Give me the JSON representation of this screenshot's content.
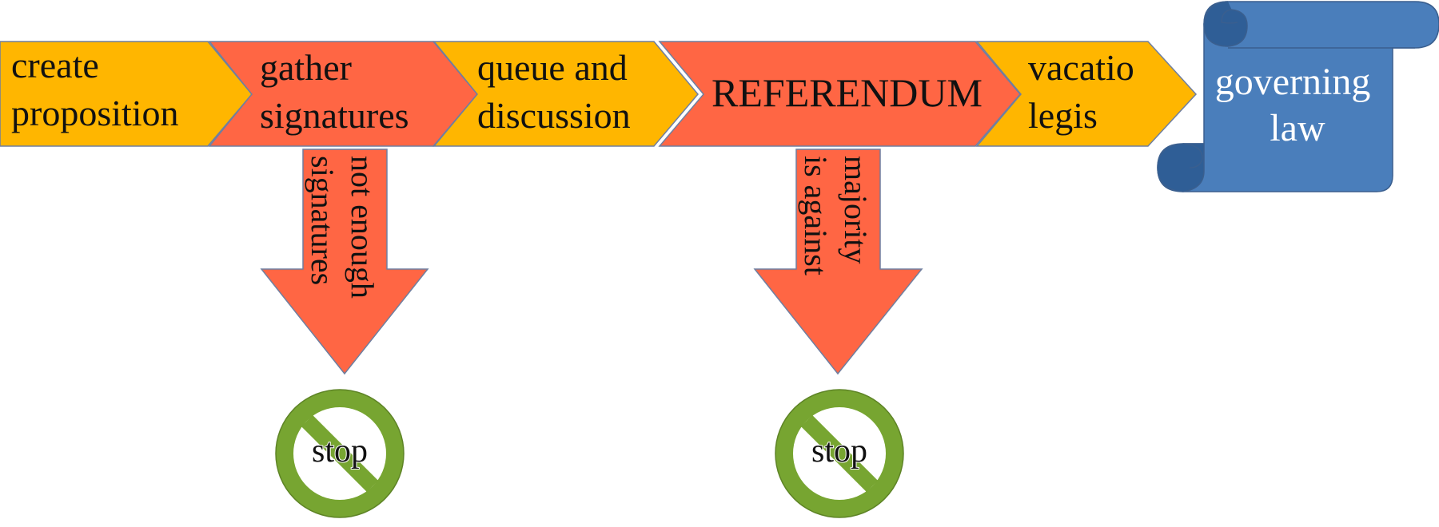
{
  "colors": {
    "yellow": "#FFB600",
    "orange": "#FF6644",
    "blue": "#4A7EBB",
    "blue_dark": "#2F5E96",
    "green": "#77A531"
  },
  "steps": [
    {
      "lines": [
        "create",
        "proposition"
      ]
    },
    {
      "lines": [
        "gather",
        "signatures"
      ]
    },
    {
      "lines": [
        "queue and",
        "discussion"
      ]
    },
    {
      "lines": [
        "REFERENDUM"
      ]
    },
    {
      "lines": [
        "vacatio",
        "legis"
      ]
    }
  ],
  "result": {
    "lines": [
      "governing",
      "law"
    ]
  },
  "exits": [
    {
      "lines": [
        "not enough",
        "signatures"
      ],
      "stop_label": "stop"
    },
    {
      "lines": [
        "majority",
        "is against"
      ],
      "stop_label": "stop"
    }
  ]
}
